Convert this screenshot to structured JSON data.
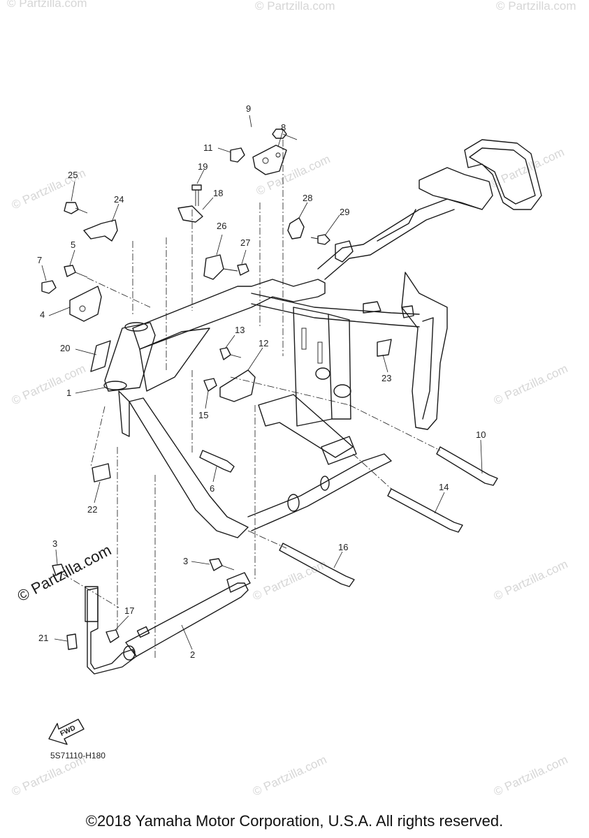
{
  "catalog_code": "5S71110-H180",
  "copyright": "©2018 Yamaha Motor Corporation, U.S.A. All rights reserved.",
  "fwd_label": "FWD",
  "watermark_text": "© Partzilla.com",
  "callouts": [
    {
      "id": "c9",
      "label": "9"
    },
    {
      "id": "c8",
      "label": "8"
    },
    {
      "id": "c11",
      "label": "11"
    },
    {
      "id": "c19",
      "label": "19"
    },
    {
      "id": "c18",
      "label": "18"
    },
    {
      "id": "c25",
      "label": "25"
    },
    {
      "id": "c24",
      "label": "24"
    },
    {
      "id": "c28",
      "label": "28"
    },
    {
      "id": "c29",
      "label": "29"
    },
    {
      "id": "c26",
      "label": "26"
    },
    {
      "id": "c27",
      "label": "27"
    },
    {
      "id": "c5",
      "label": "5"
    },
    {
      "id": "c7",
      "label": "7"
    },
    {
      "id": "c4",
      "label": "4"
    },
    {
      "id": "c20",
      "label": "20"
    },
    {
      "id": "c13",
      "label": "13"
    },
    {
      "id": "c12",
      "label": "12"
    },
    {
      "id": "c1",
      "label": "1"
    },
    {
      "id": "c15",
      "label": "15"
    },
    {
      "id": "c23",
      "label": "23"
    },
    {
      "id": "c10",
      "label": "10"
    },
    {
      "id": "c6",
      "label": "6"
    },
    {
      "id": "c14",
      "label": "14"
    },
    {
      "id": "c22",
      "label": "22"
    },
    {
      "id": "c3a",
      "label": "3"
    },
    {
      "id": "c16",
      "label": "16"
    },
    {
      "id": "c3b",
      "label": "3"
    },
    {
      "id": "c17",
      "label": "17"
    },
    {
      "id": "c21",
      "label": "21"
    },
    {
      "id": "c2",
      "label": "2"
    }
  ]
}
